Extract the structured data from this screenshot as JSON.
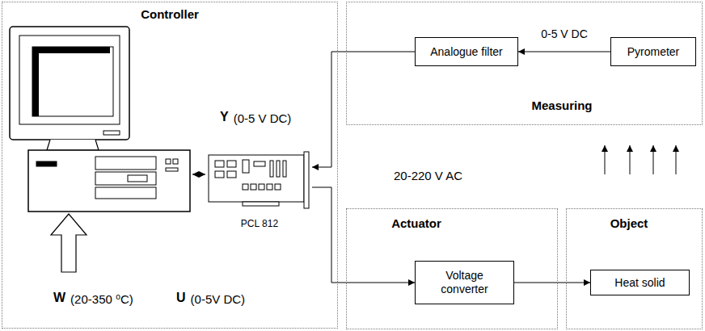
{
  "diagram": {
    "nodes": [
      {
        "text": [
          "Controller"
        ]
      },
      {
        "text": [
          "PCL 812"
        ],
        "in": 0
      },
      {
        "text": [
          "Measuring"
        ]
      },
      {
        "text": [
          "Analogue filter"
        ],
        "in": 2
      },
      {
        "text": [
          "Pyrometer"
        ],
        "in": 2
      },
      {
        "text": [
          "Actuator"
        ]
      },
      {
        "text": [
          "Voltage converter"
        ],
        "in": 5
      },
      {
        "text": [
          "Object"
        ]
      },
      {
        "text": [
          "Heat solid"
        ],
        "in": 7
      }
    ],
    "edges": [
      {
        "from": 4,
        "to": 3,
        "arrow": "to",
        "label": "0-5 V DC"
      },
      {
        "from": 3,
        "to": 1,
        "arrow": "to"
      },
      {
        "from": 1,
        "to": 6,
        "arrow": "to"
      },
      {
        "from": 6,
        "to": 8,
        "arrow": "to"
      }
    ],
    "labels": [
      "Y",
      "(0-5 V DC)",
      "20-220 V AC",
      "W",
      "(20-350 ⁰C)",
      "U",
      "(0-5V DC)"
    ]
  }
}
